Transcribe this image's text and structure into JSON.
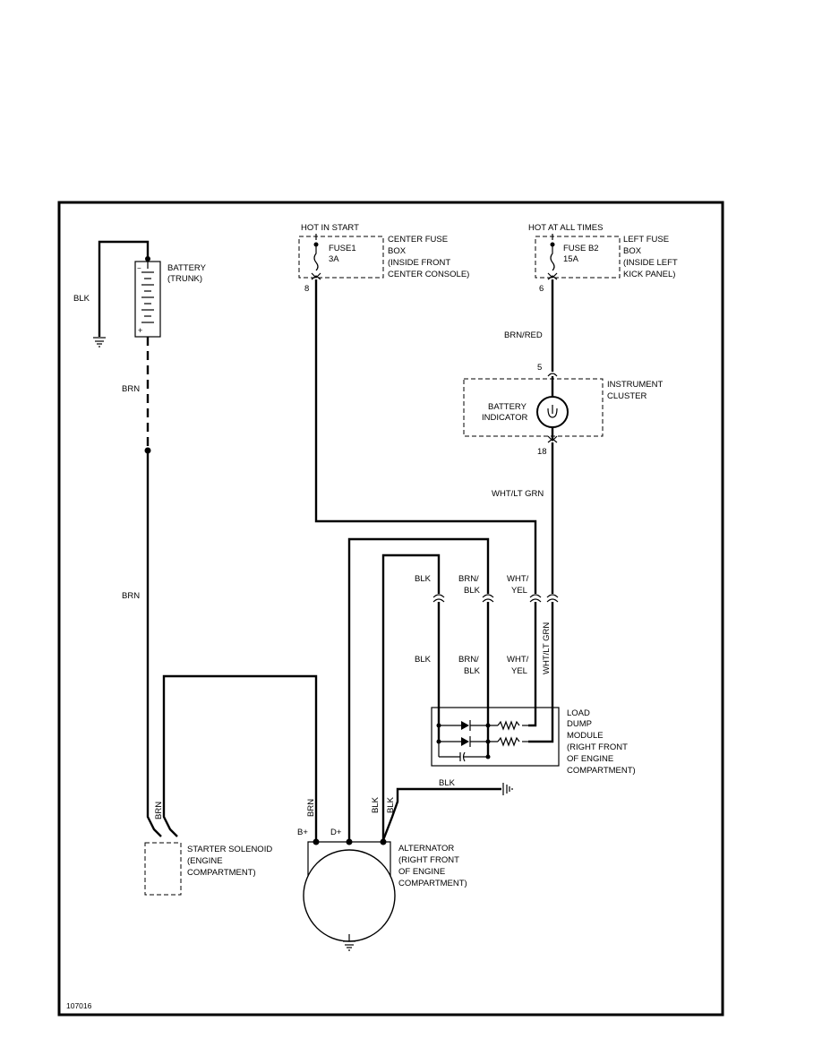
{
  "diagram_id": "107016",
  "battery": {
    "label": "BATTERY",
    "location": "(TRUNK)",
    "ground_wire": "BLK"
  },
  "battery_wires": {
    "upper": "BRN",
    "lower": "BRN"
  },
  "fuse1": {
    "hot_label": "HOT IN START",
    "name": "FUSE1",
    "rating": "3A",
    "box_lines": [
      "CENTER FUSE",
      "BOX",
      "(INSIDE FRONT",
      "CENTER CONSOLE)"
    ],
    "pin": "8"
  },
  "fuse_b2": {
    "hot_label": "HOT AT ALL TIMES",
    "name": "FUSE B2",
    "rating": "15A",
    "box_lines": [
      "LEFT FUSE",
      "BOX",
      "(INSIDE LEFT",
      "KICK PANEL)"
    ],
    "pin": "6"
  },
  "wire_brn_red": "BRN/RED",
  "instrument_cluster": {
    "lines": [
      "INSTRUMENT",
      "CLUSTER"
    ],
    "indicator_lines": [
      "BATTERY",
      "INDICATOR"
    ],
    "pin_in": "5",
    "pin_out": "18"
  },
  "wire_wht_lt_grn": "WHT/LT GRN",
  "connector_labels": {
    "blk": "BLK",
    "brn_blk_1": "BRN/",
    "brn_blk_2": "BLK",
    "wht_yel_1": "WHT/",
    "wht_yel_2": "YEL",
    "wht_lt_grn_vertical": "WHT/LT GRN"
  },
  "load_dump_module": {
    "lines": [
      "LOAD",
      "DUMP",
      "MODULE",
      "(RIGHT FRONT",
      "OF ENGINE",
      "COMPARTMENT)"
    ]
  },
  "ground_wire_label": "BLK",
  "starter_solenoid": {
    "lines": [
      "STARTER SOLENOID",
      "(ENGINE",
      "COMPARTMENT)"
    ],
    "wire": "BRN"
  },
  "alternator": {
    "lines": [
      "ALTERNATOR",
      "(RIGHT FRONT",
      "OF ENGINE",
      "COMPARTMENT)"
    ],
    "terminal_b_plus": "B+",
    "terminal_d_plus": "D+",
    "wire_brn": "BRN",
    "wire_blk_1": "BLK",
    "wire_blk_2": "BLK"
  }
}
